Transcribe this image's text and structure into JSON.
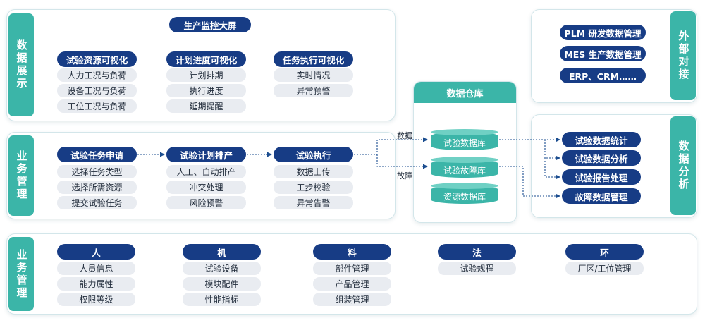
{
  "display": {
    "side_label": "数据展示",
    "main_title": "生产监控大屏",
    "columns": [
      {
        "title": "试验资源可视化",
        "items": [
          "人力工况与负荷",
          "设备工况与负荷",
          "工位工况与负荷"
        ]
      },
      {
        "title": "计划进度可视化",
        "items": [
          "计划排期",
          "执行进度",
          "延期提醒"
        ]
      },
      {
        "title": "任务执行可视化",
        "items": [
          "实时情况",
          "异常预警"
        ]
      }
    ]
  },
  "business_flow": {
    "side_label": "业务管理",
    "columns": [
      {
        "title": "试验任务申请",
        "items": [
          "选择任务类型",
          "选择所需资源",
          "提交试验任务"
        ]
      },
      {
        "title": "试验计划排产",
        "items": [
          "人工、自动排产",
          "冲突处理",
          "风险预警"
        ]
      },
      {
        "title": "试验执行",
        "items": [
          "数据上传",
          "工步校验",
          "异常告警"
        ]
      }
    ],
    "flow_labels": [
      "数据",
      "故障"
    ]
  },
  "warehouse": {
    "title": "数据仓库",
    "databases": [
      "试验数据库",
      "试验故障库",
      "资源数据库"
    ]
  },
  "external": {
    "side_label": "外部对接",
    "items": [
      "PLM 研发数据管理",
      "MES 生产数据管理",
      "ERP、CRM……"
    ]
  },
  "analysis": {
    "side_label": "数据分析",
    "items": [
      "试验数据统计",
      "试验数据分析",
      "试验报告处理",
      "故障数据管理"
    ]
  },
  "resources": {
    "side_label": "业务管理",
    "columns": [
      {
        "title": "人",
        "items": [
          "人员信息",
          "能力属性",
          "权限等级"
        ]
      },
      {
        "title": "机",
        "items": [
          "试验设备",
          "模块配件",
          "性能指标"
        ]
      },
      {
        "title": "料",
        "items": [
          "部件管理",
          "产品管理",
          "组装管理"
        ]
      },
      {
        "title": "法",
        "items": [
          "试验规程"
        ]
      },
      {
        "title": "环",
        "items": [
          "厂区/工位管理"
        ]
      }
    ]
  },
  "colors": {
    "teal": "#3bb5a8",
    "navy": "#173c85",
    "light_pill": "#e9ecf1",
    "arrow": "#1b4d8f"
  }
}
